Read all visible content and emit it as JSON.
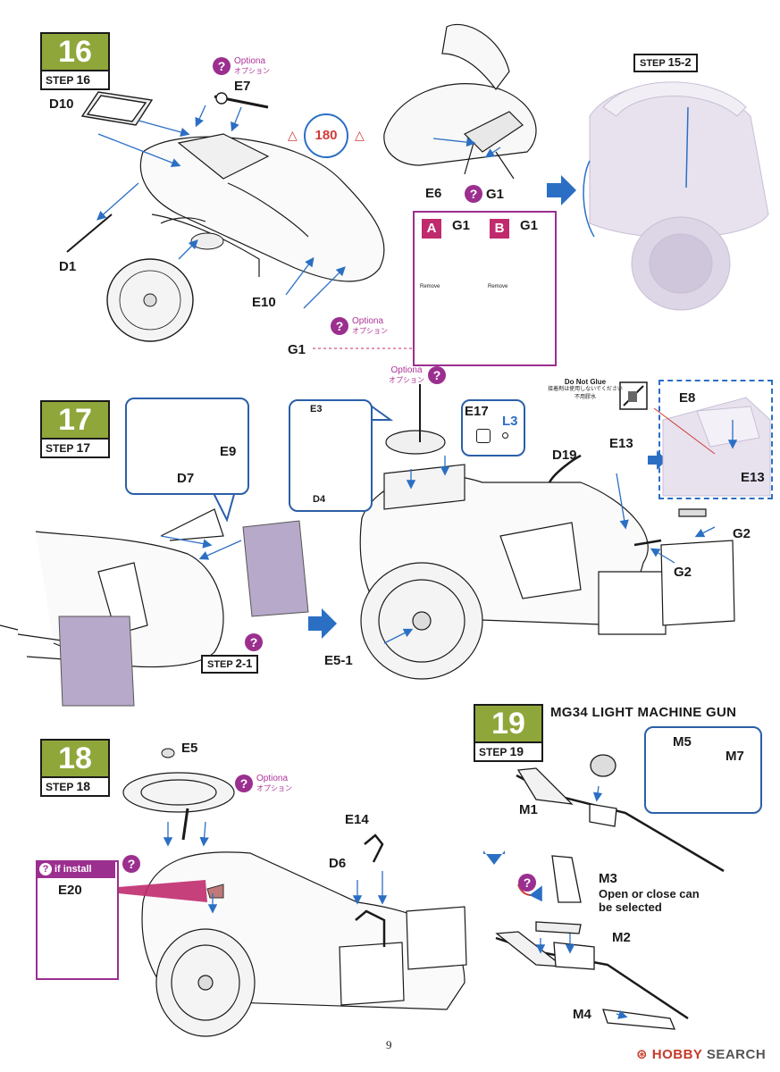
{
  "steps": {
    "s16": {
      "number": "16",
      "label": "STEP",
      "label_num": "16"
    },
    "s17": {
      "number": "17",
      "label": "STEP",
      "label_num": "17"
    },
    "s18": {
      "number": "18",
      "label": "STEP",
      "label_num": "18"
    },
    "s19": {
      "number": "19",
      "label": "STEP",
      "label_num": "19",
      "title": "MG34 LIGHT MACHINE GUN"
    }
  },
  "step_refs": {
    "ref15_2": {
      "label": "STEP",
      "num": "15-2"
    },
    "ref2_1": {
      "label": "STEP",
      "num": "2-1"
    }
  },
  "optional": {
    "en": "Optiona",
    "jp": "オプション"
  },
  "parts16": {
    "d10": "D10",
    "e7": "E7",
    "d1": "D1",
    "e10": "E10",
    "g1a": "G1",
    "e6": "E6",
    "g1b": "G1"
  },
  "rotation": {
    "text": "180"
  },
  "variant_box": {
    "a": {
      "tag": "A",
      "part": "G1"
    },
    "b": {
      "tag": "B",
      "part": "G1"
    },
    "remove_text": "Remove"
  },
  "parts17": {
    "e3": "E3",
    "d4": "D4",
    "e9": "E9",
    "d7": "D7",
    "e17": "E17",
    "l3": "L3",
    "e13a": "E13",
    "d19": "D19",
    "e8": "E8",
    "e13b": "E13",
    "g2a": "G2",
    "g2b": "G2",
    "e5_1": "E5-1"
  },
  "do_not_glue": {
    "en": "Do Not Glue",
    "jp1": "接着剤は使用しないでください",
    "jp2": "不用膠水"
  },
  "parts18": {
    "e5": "E5",
    "e14": "E14",
    "d6": "D6",
    "e20": "E20",
    "if_install": "if install"
  },
  "parts19": {
    "m1": "M1",
    "m5": "M5",
    "m7": "M7",
    "m3": "M3",
    "m2": "M2",
    "m4": "M4",
    "note": "Open or close can be selected"
  },
  "page_number": "9",
  "watermark": {
    "brand_a": "HOBBY",
    "brand_b": "SEARCH"
  },
  "colors": {
    "step_green": "#8fa63a",
    "option_magenta": "#9b2f8f",
    "arrow_blue": "#2b6fc4",
    "ab_red": "#c02b6e"
  }
}
